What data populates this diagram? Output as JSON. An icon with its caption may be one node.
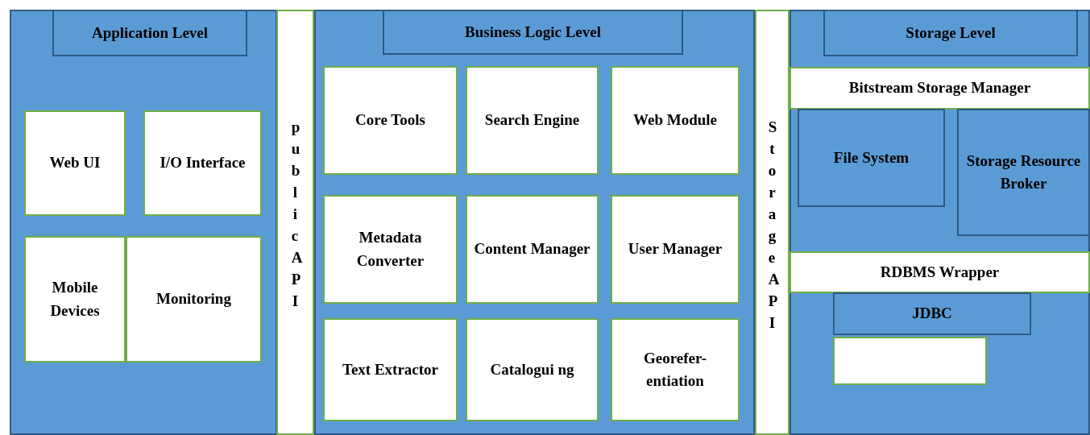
{
  "diagram": {
    "nodes": [
      {
        "text": [],
        "shape": "box"
      },
      {
        "text": [
          "Application Level"
        ],
        "in": 0
      },
      {
        "text": [
          "Web UI"
        ],
        "in": 0
      },
      {
        "text": [
          "I/O Interface"
        ],
        "in": 0
      },
      {
        "text": [
          "Mobile Devices"
        ],
        "in": 0
      },
      {
        "text": [
          "Monitoring"
        ],
        "in": 0
      },
      {
        "text": [
          "public API"
        ]
      },
      {
        "text": [],
        "shape": "box"
      },
      {
        "text": [
          "Business Logic Level"
        ],
        "in": 7
      },
      {
        "text": [
          "Core Tools"
        ],
        "in": 7
      },
      {
        "text": [
          "Search Engine"
        ],
        "in": 7
      },
      {
        "text": [
          "Web Module"
        ],
        "in": 7
      },
      {
        "text": [
          "Metadata Converter"
        ],
        "in": 7
      },
      {
        "text": [
          "Content Manager"
        ],
        "in": 7
      },
      {
        "text": [
          "User Manager"
        ],
        "in": 7
      },
      {
        "text": [
          "Text Extractor"
        ],
        "in": 7
      },
      {
        "text": [
          "Catalogui ng"
        ],
        "in": 7
      },
      {
        "text": [
          "Georefer- entiation"
        ],
        "in": 7
      },
      {
        "text": [
          "Storage API"
        ]
      },
      {
        "text": [],
        "shape": "box"
      },
      {
        "text": [
          "Storage Level"
        ],
        "in": 19
      },
      {
        "text": [
          "Bitstream Storage Manager"
        ],
        "in": 19
      },
      {
        "text": [
          "File System"
        ],
        "in": 19
      },
      {
        "text": [
          "Storage Resource Broker"
        ],
        "in": 19
      },
      {
        "text": [
          "RDBMS Wrapper"
        ],
        "in": 19
      },
      {
        "text": [
          "JDBC"
        ],
        "in": 19
      },
      {
        "text": [],
        "shape": "box",
        "in": 19
      }
    ],
    "edges": []
  }
}
